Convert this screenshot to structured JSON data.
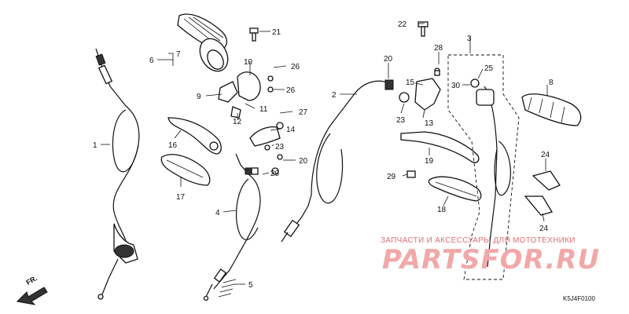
{
  "labels": {
    "p1": "1",
    "p2": "2",
    "p3": "3",
    "p4": "4",
    "p5": "5",
    "p6": "6",
    "p7": "7",
    "p8": "8",
    "p9": "9",
    "p10": "10",
    "p11": "11",
    "p12": "12",
    "p13": "13",
    "p14": "14",
    "p15": "15",
    "p16": "16",
    "p17": "17",
    "p18": "18",
    "p19": "19",
    "p20a": "20",
    "p20b": "20",
    "p21": "21",
    "p22": "22",
    "p23a": "23",
    "p23b": "23",
    "p24a": "24",
    "p24b": "24",
    "p25": "25",
    "p26a": "26",
    "p26b": "26",
    "p27": "27",
    "p28": "28",
    "p29a": "29",
    "p29b": "29",
    "p30": "30"
  },
  "watermark": {
    "line": "ЗАПЧАСТИ И АКСЕССУАРЫ ДЛЯ МОТОТЕХНИКИ",
    "logo": "PARTSFOR.RU"
  },
  "diagram_code": "K5J4F0100",
  "direction_label": "FR.",
  "colors": {
    "ink": "#111111",
    "watermark": "#f2a8a8"
  }
}
